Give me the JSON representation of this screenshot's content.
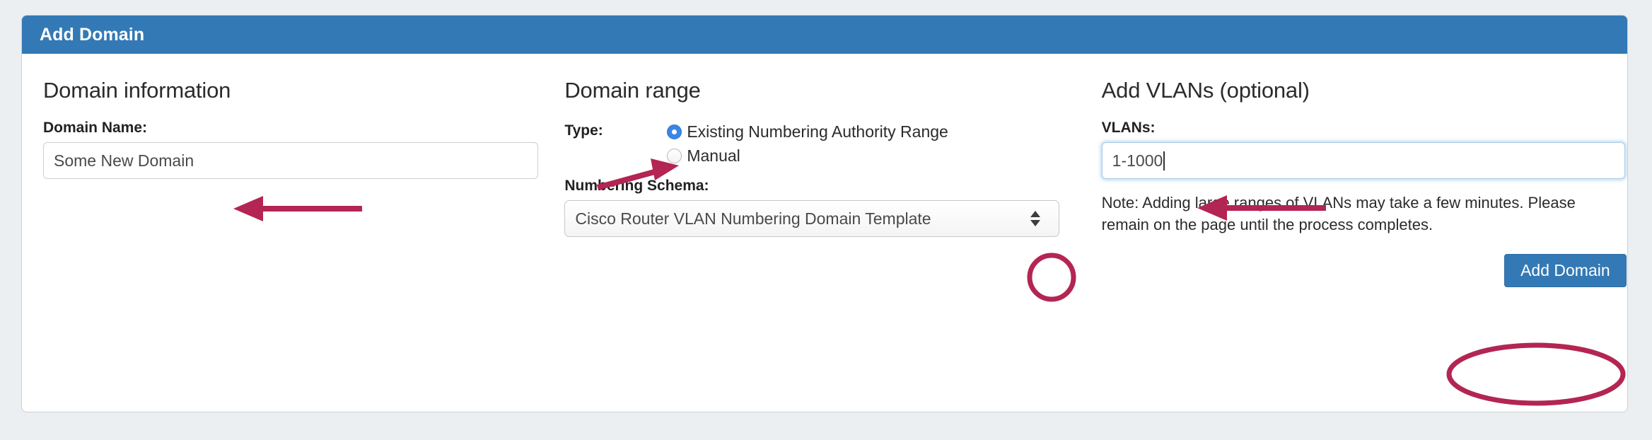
{
  "panel": {
    "header_title": "Add Domain"
  },
  "domain_information": {
    "section_title": "Domain information",
    "domain_name_label": "Domain Name:",
    "domain_name_value": "Some New Domain",
    "domain_name_placeholder": ""
  },
  "domain_range": {
    "section_title": "Domain range",
    "type_label": "Type:",
    "options": [
      {
        "label": "Existing Numbering Authority Range",
        "selected": true
      },
      {
        "label": "Manual",
        "selected": false
      }
    ],
    "numbering_schema_label": "Numbering Schema:",
    "numbering_schema_value": "Cisco Router VLAN Numbering Domain Template",
    "select_indicator": "up-down-chevron-icon"
  },
  "add_vlans": {
    "section_title": "Add VLANs (optional)",
    "vlans_label": "VLANs:",
    "vlans_value": "1-1000",
    "vlans_placeholder": "",
    "note": "Note: Adding large ranges of VLANs may take a few minutes. Please remain on the page until the process completes.",
    "submit_label": "Add Domain"
  },
  "annotations": {
    "color": "#b32552",
    "arrow_domain_name": "arrow pointing left at Domain Name input",
    "arrow_radio_existing": "arrow pointing up-right at Existing Numbering Authority Range radio",
    "arrow_vlans": "arrow pointing left at VLANs input",
    "ellipse_select_arrows": "ellipse around select stepper arrows",
    "ellipse_submit": "ellipse around Add Domain button"
  },
  "colors": {
    "header_blue": "#3379b5",
    "button_blue": "#3379b5",
    "radio_blue": "#3b85e8",
    "annotation_crimson": "#b32552",
    "page_background": "#eceff1"
  }
}
